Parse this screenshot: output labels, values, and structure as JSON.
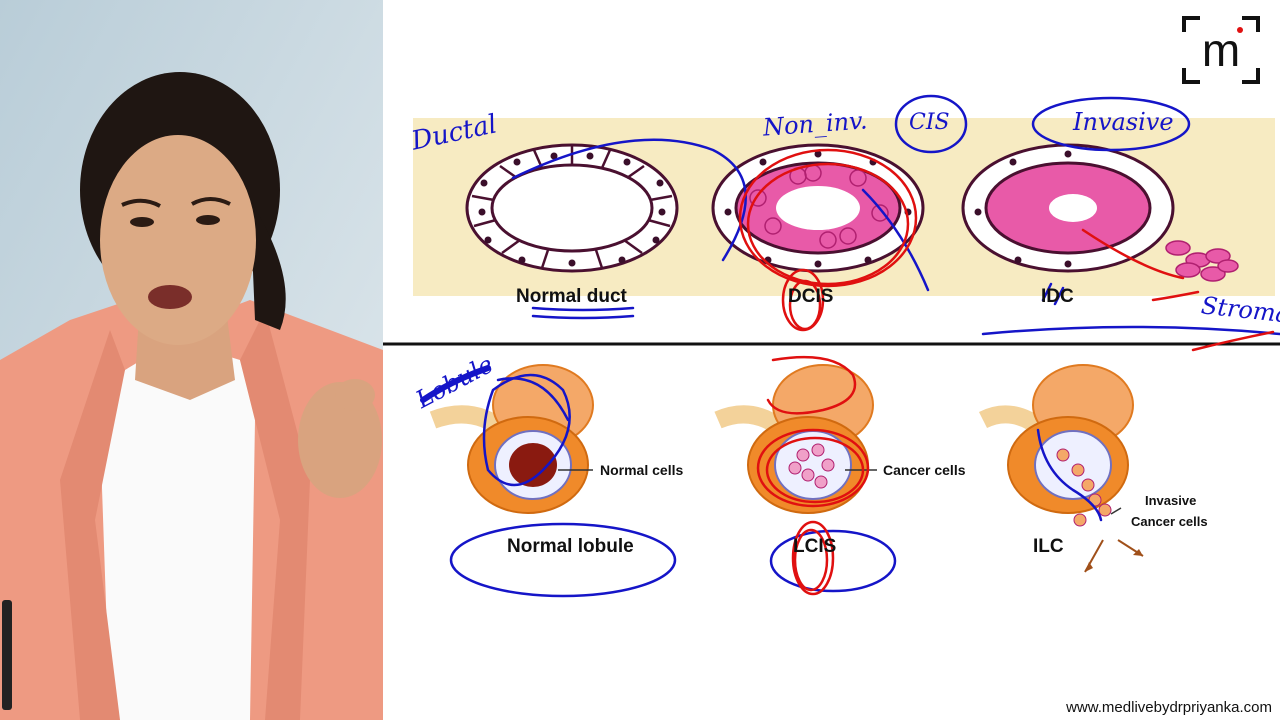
{
  "website": "www.medlivebydrpriyanka.com",
  "logo": {
    "letter": "m"
  },
  "top_row": {
    "labels": {
      "normal": "Normal duct",
      "dcis": "DCIS",
      "idc": "IDC"
    }
  },
  "bottom_row": {
    "labels": {
      "normal": "Normal lobule",
      "normal_cells": "Normal cells",
      "lcis": "LCIS",
      "cancer_cells": "Cancer cells",
      "ilc": "ILC",
      "invasive_line1": "Invasive",
      "invasive_line2": "Cancer cells"
    }
  },
  "annotations": {
    "ductal": "Ductal",
    "non_inv": "Non_inv.",
    "cis": "CIS",
    "invasive": "Invasive",
    "stroma": "Stroma",
    "lobule": "Lobule"
  },
  "colors": {
    "band": "#f7ebc2",
    "ink_blue": "#1515c8",
    "ink_red": "#e01010",
    "cell_border": "#4a1030",
    "cell_pink": "#e85aa8",
    "lobule_orange": "#f08a2a"
  }
}
